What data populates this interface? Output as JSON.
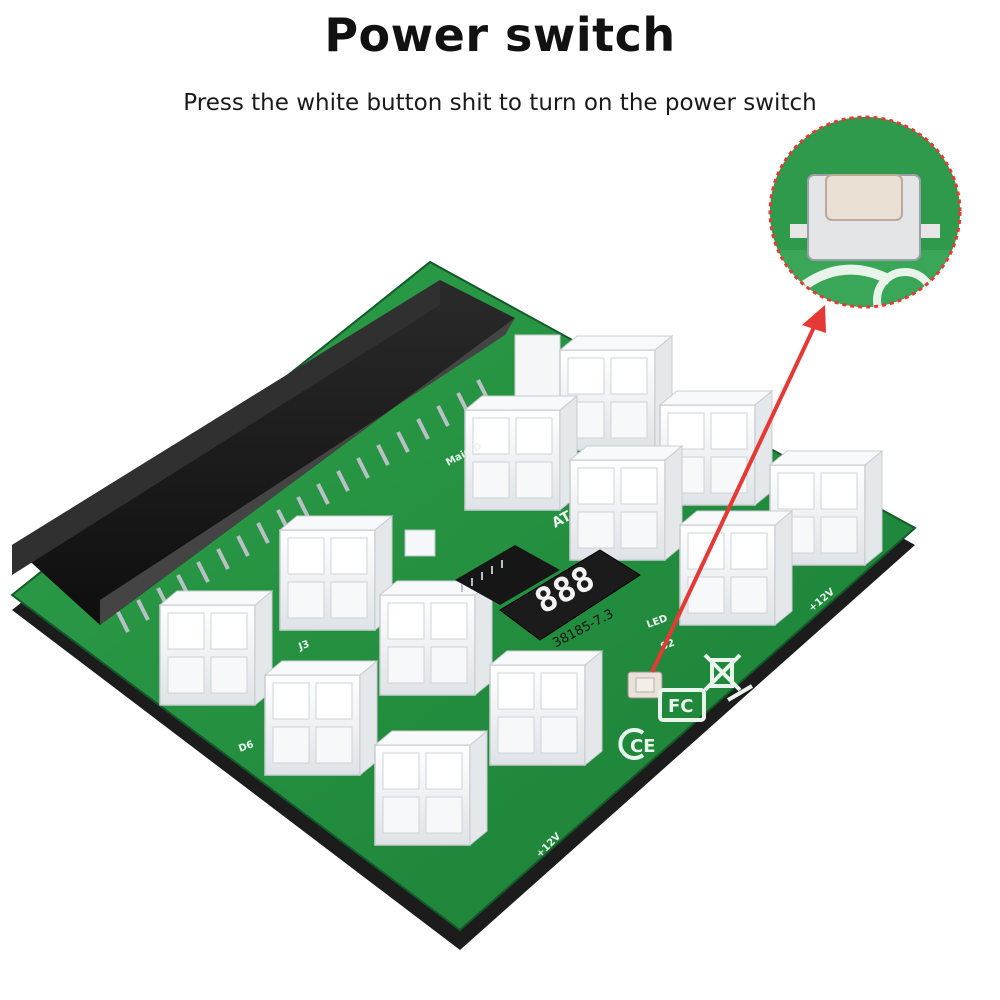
{
  "header": {
    "title": "Power switch",
    "subtitle": "Press the white button shit to turn on the power switch"
  },
  "board": {
    "display_digits": "888",
    "chip_label": "38185-7.3",
    "labels": {
      "plus_12v_right": "+12V",
      "plus_12v_bottom": "+12V",
      "led": "LED",
      "s2": "S2",
      "j3": "J3",
      "d6": "D6",
      "atx": "AT",
      "main": "Main D"
    },
    "marks": [
      "CE",
      "FC"
    ]
  },
  "colors": {
    "pcb": "#1f8a3a",
    "pcb_edge": "#14592a",
    "connector": "#f2f4f6",
    "slot": "#1b1b1b",
    "arrow": "#e53935",
    "zoom_border": "#e53935"
  },
  "icons": [
    "arrow-icon",
    "weee-bin-icon",
    "ce-mark-icon",
    "fcc-mark-icon"
  ]
}
